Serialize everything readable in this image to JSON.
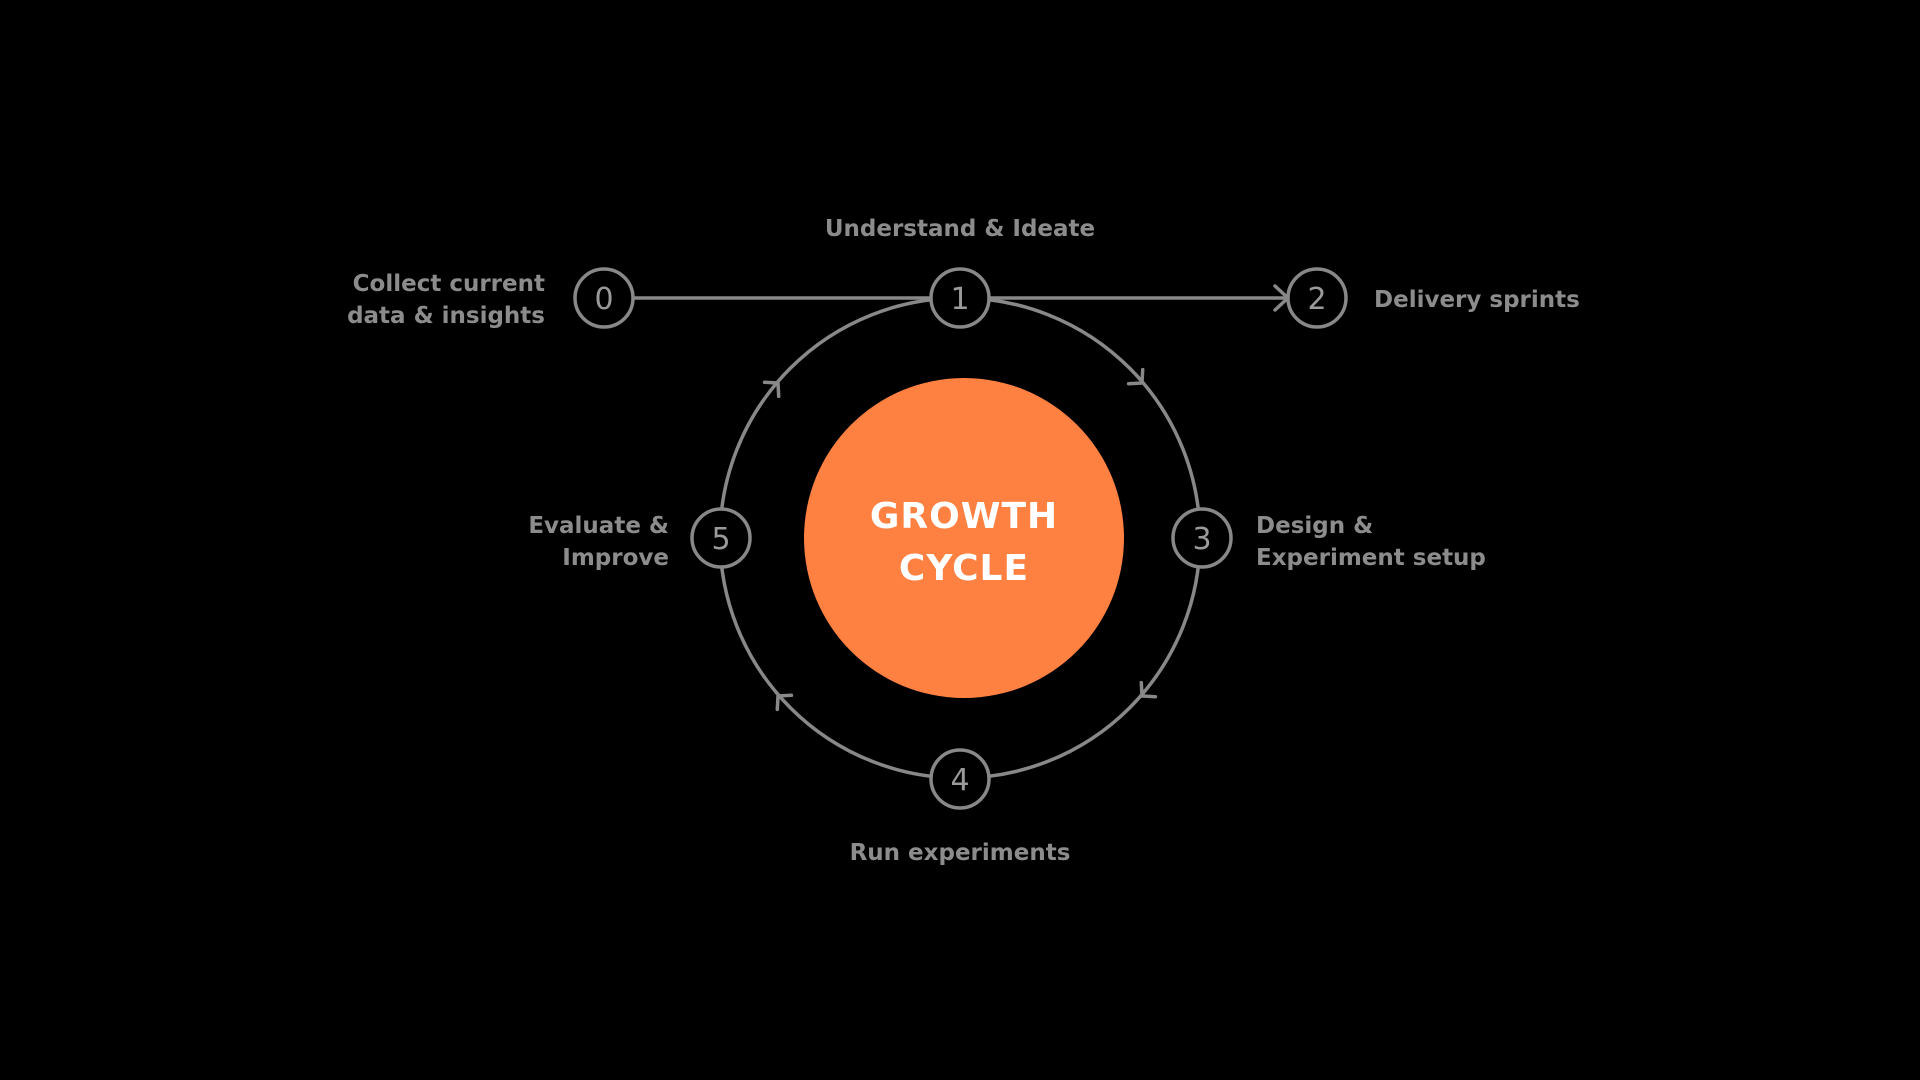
{
  "colors": {
    "background": "#000000",
    "stroke": "#888888",
    "node_text": "#9a9a9a",
    "label_text": "#8c8c8c",
    "center_fill": "#ff8142",
    "center_text": "#ffffff"
  },
  "center": {
    "line1": "GROWTH",
    "line2": "CYCLE"
  },
  "nodes": [
    {
      "number": "0",
      "label_lines": [
        "Collect current",
        "data & insights"
      ]
    },
    {
      "number": "1",
      "label_lines": [
        "Understand & Ideate"
      ]
    },
    {
      "number": "2",
      "label_lines": [
        "Delivery sprints"
      ]
    },
    {
      "number": "3",
      "label_lines": [
        "Design &",
        "Experiment setup"
      ]
    },
    {
      "number": "4",
      "label_lines": [
        "Run experiments"
      ]
    },
    {
      "number": "5",
      "label_lines": [
        "Evaluate &",
        "Improve"
      ]
    }
  ]
}
